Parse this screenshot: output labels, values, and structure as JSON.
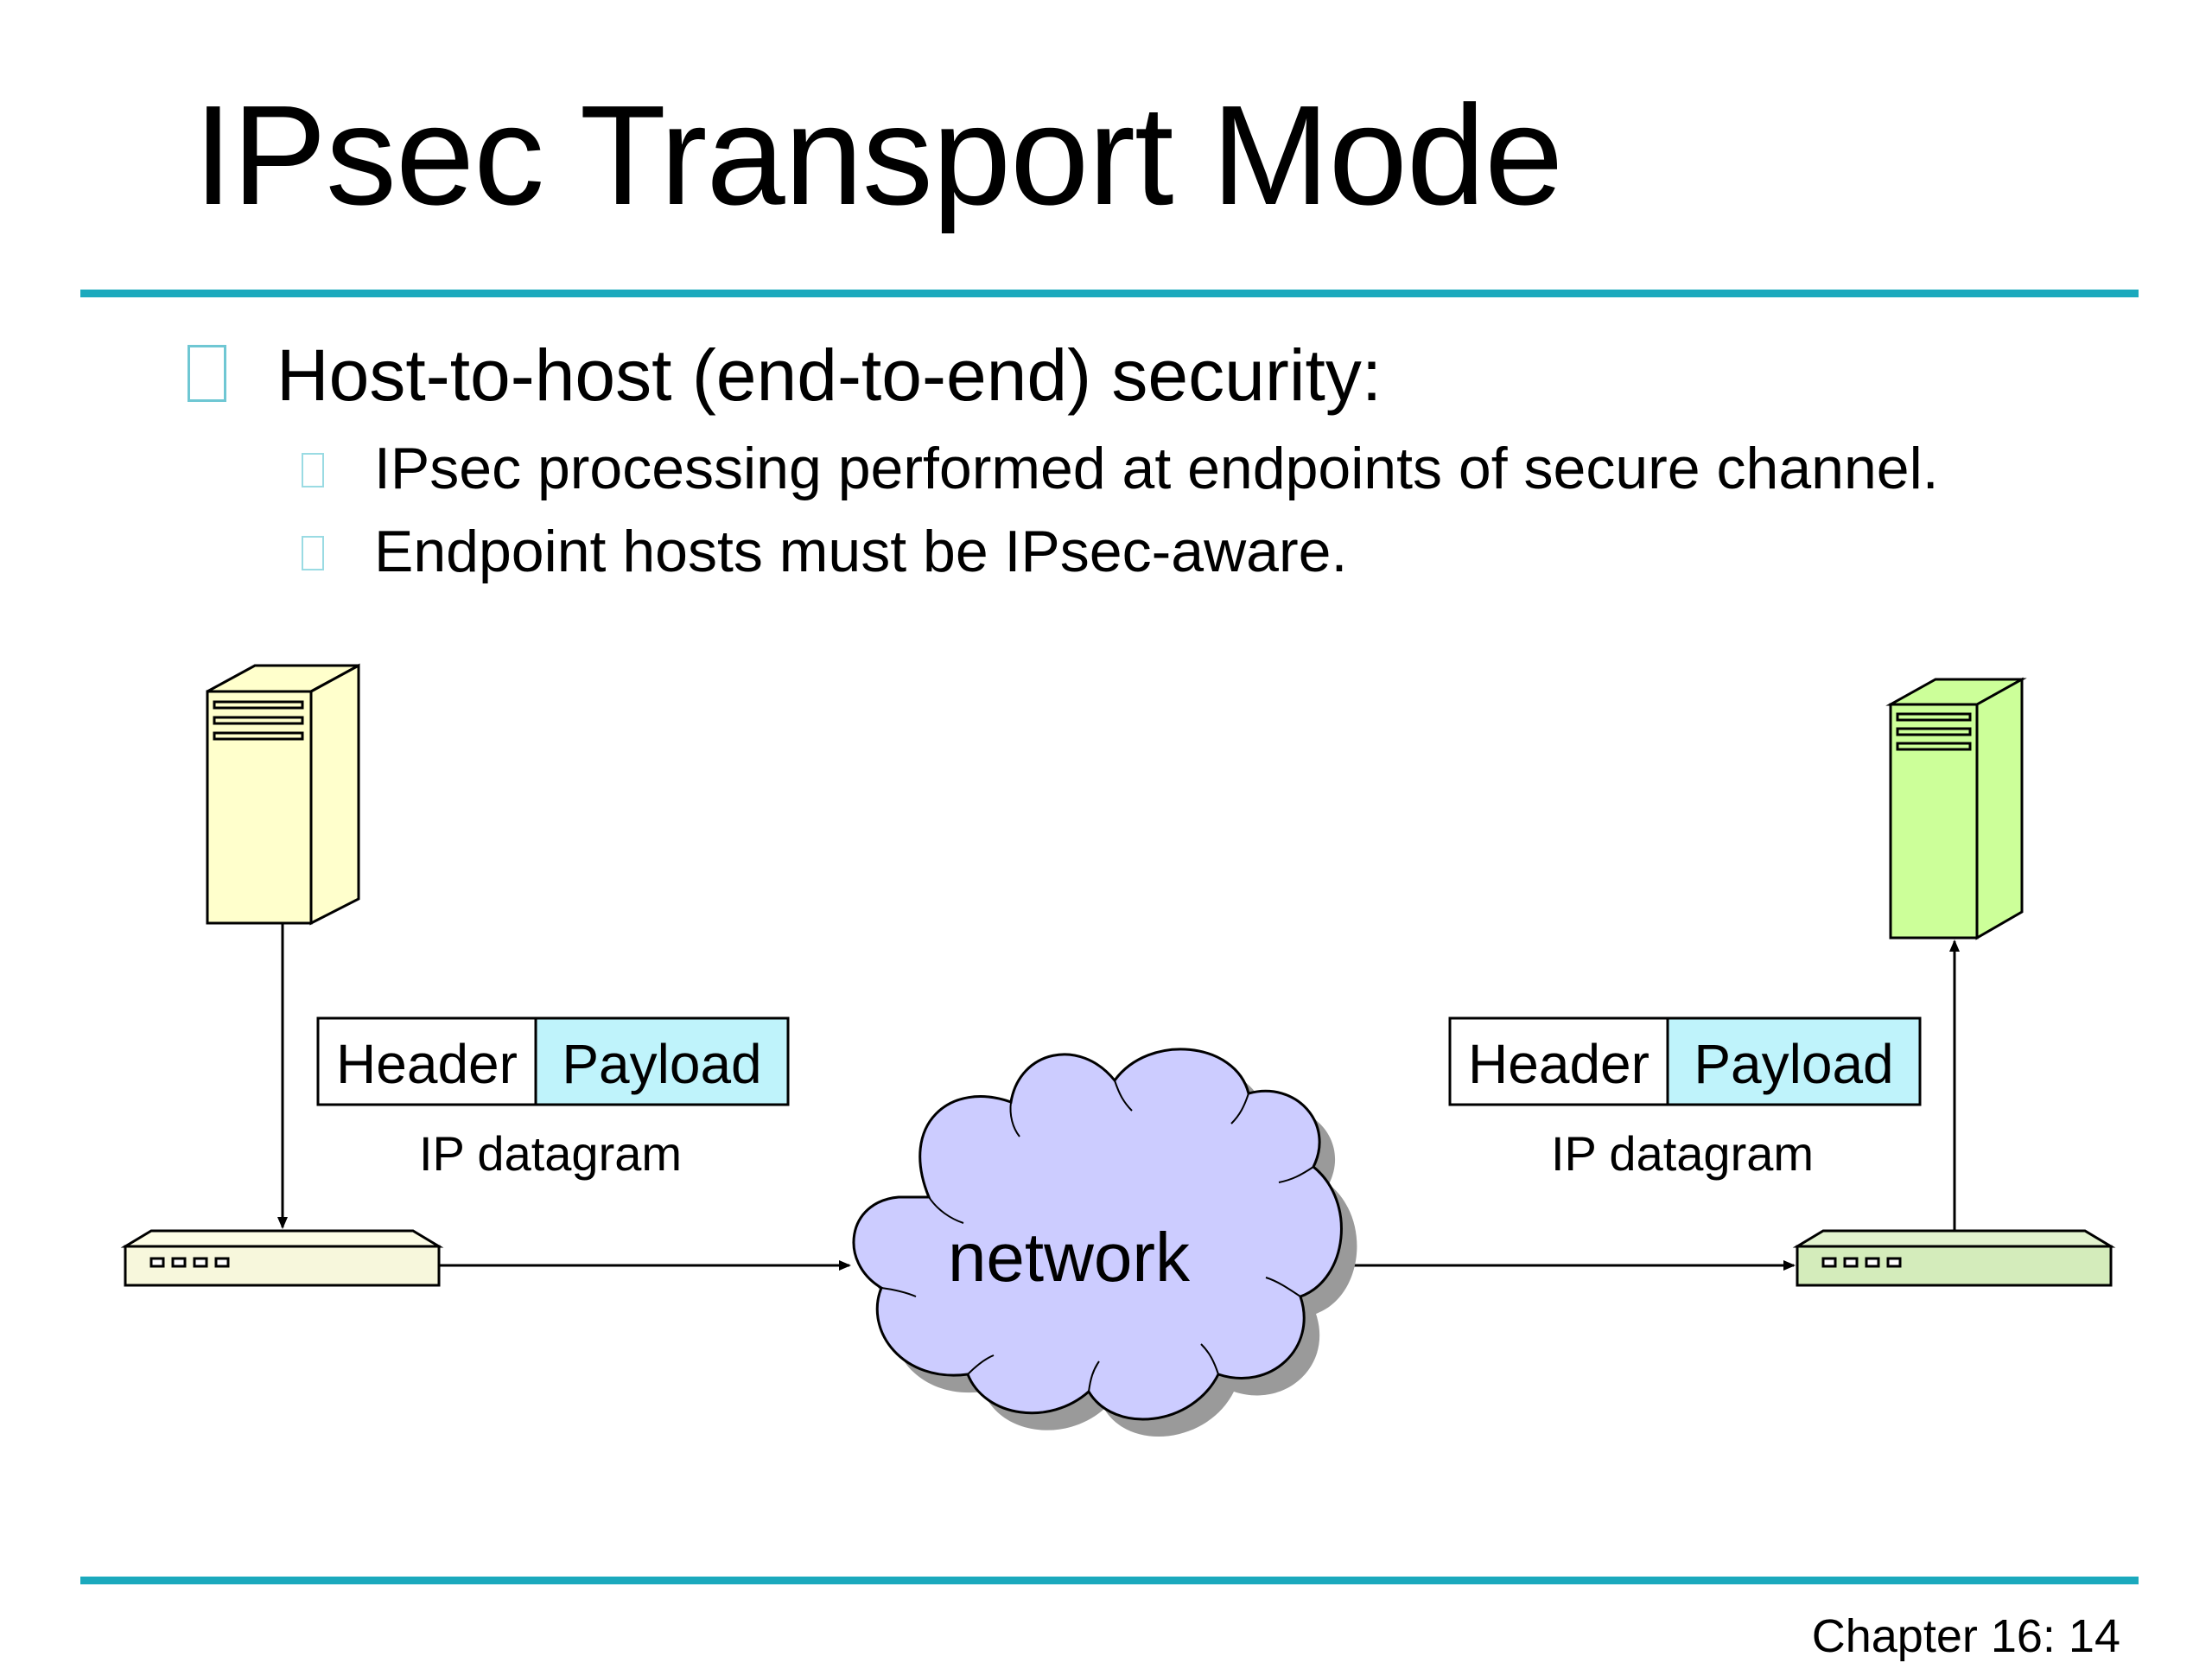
{
  "slide": {
    "title": "IPsec Transport Mode",
    "bullets": {
      "main": "Host-to-host (end-to-end) security:",
      "sub": [
        "IPsec processing performed at endpoints of secure channel.",
        "Endpoint hosts must be IPsec-aware."
      ]
    },
    "footer": "Chapter 16: 14"
  },
  "diagram": {
    "left_datagram": {
      "header": "Header",
      "payload": "Payload",
      "caption": "IP datagram"
    },
    "right_datagram": {
      "header": "Header",
      "payload": "Payload",
      "caption": "IP datagram"
    },
    "network_label": "network"
  },
  "colors": {
    "accent_rule": "#1ba9bd",
    "payload_fill": "#bff3fb",
    "left_host_fill": "#ffffcc",
    "right_host_fill": "#ccff99",
    "cloud_fill": "#ccccff",
    "cloud_shadow": "#999999"
  }
}
